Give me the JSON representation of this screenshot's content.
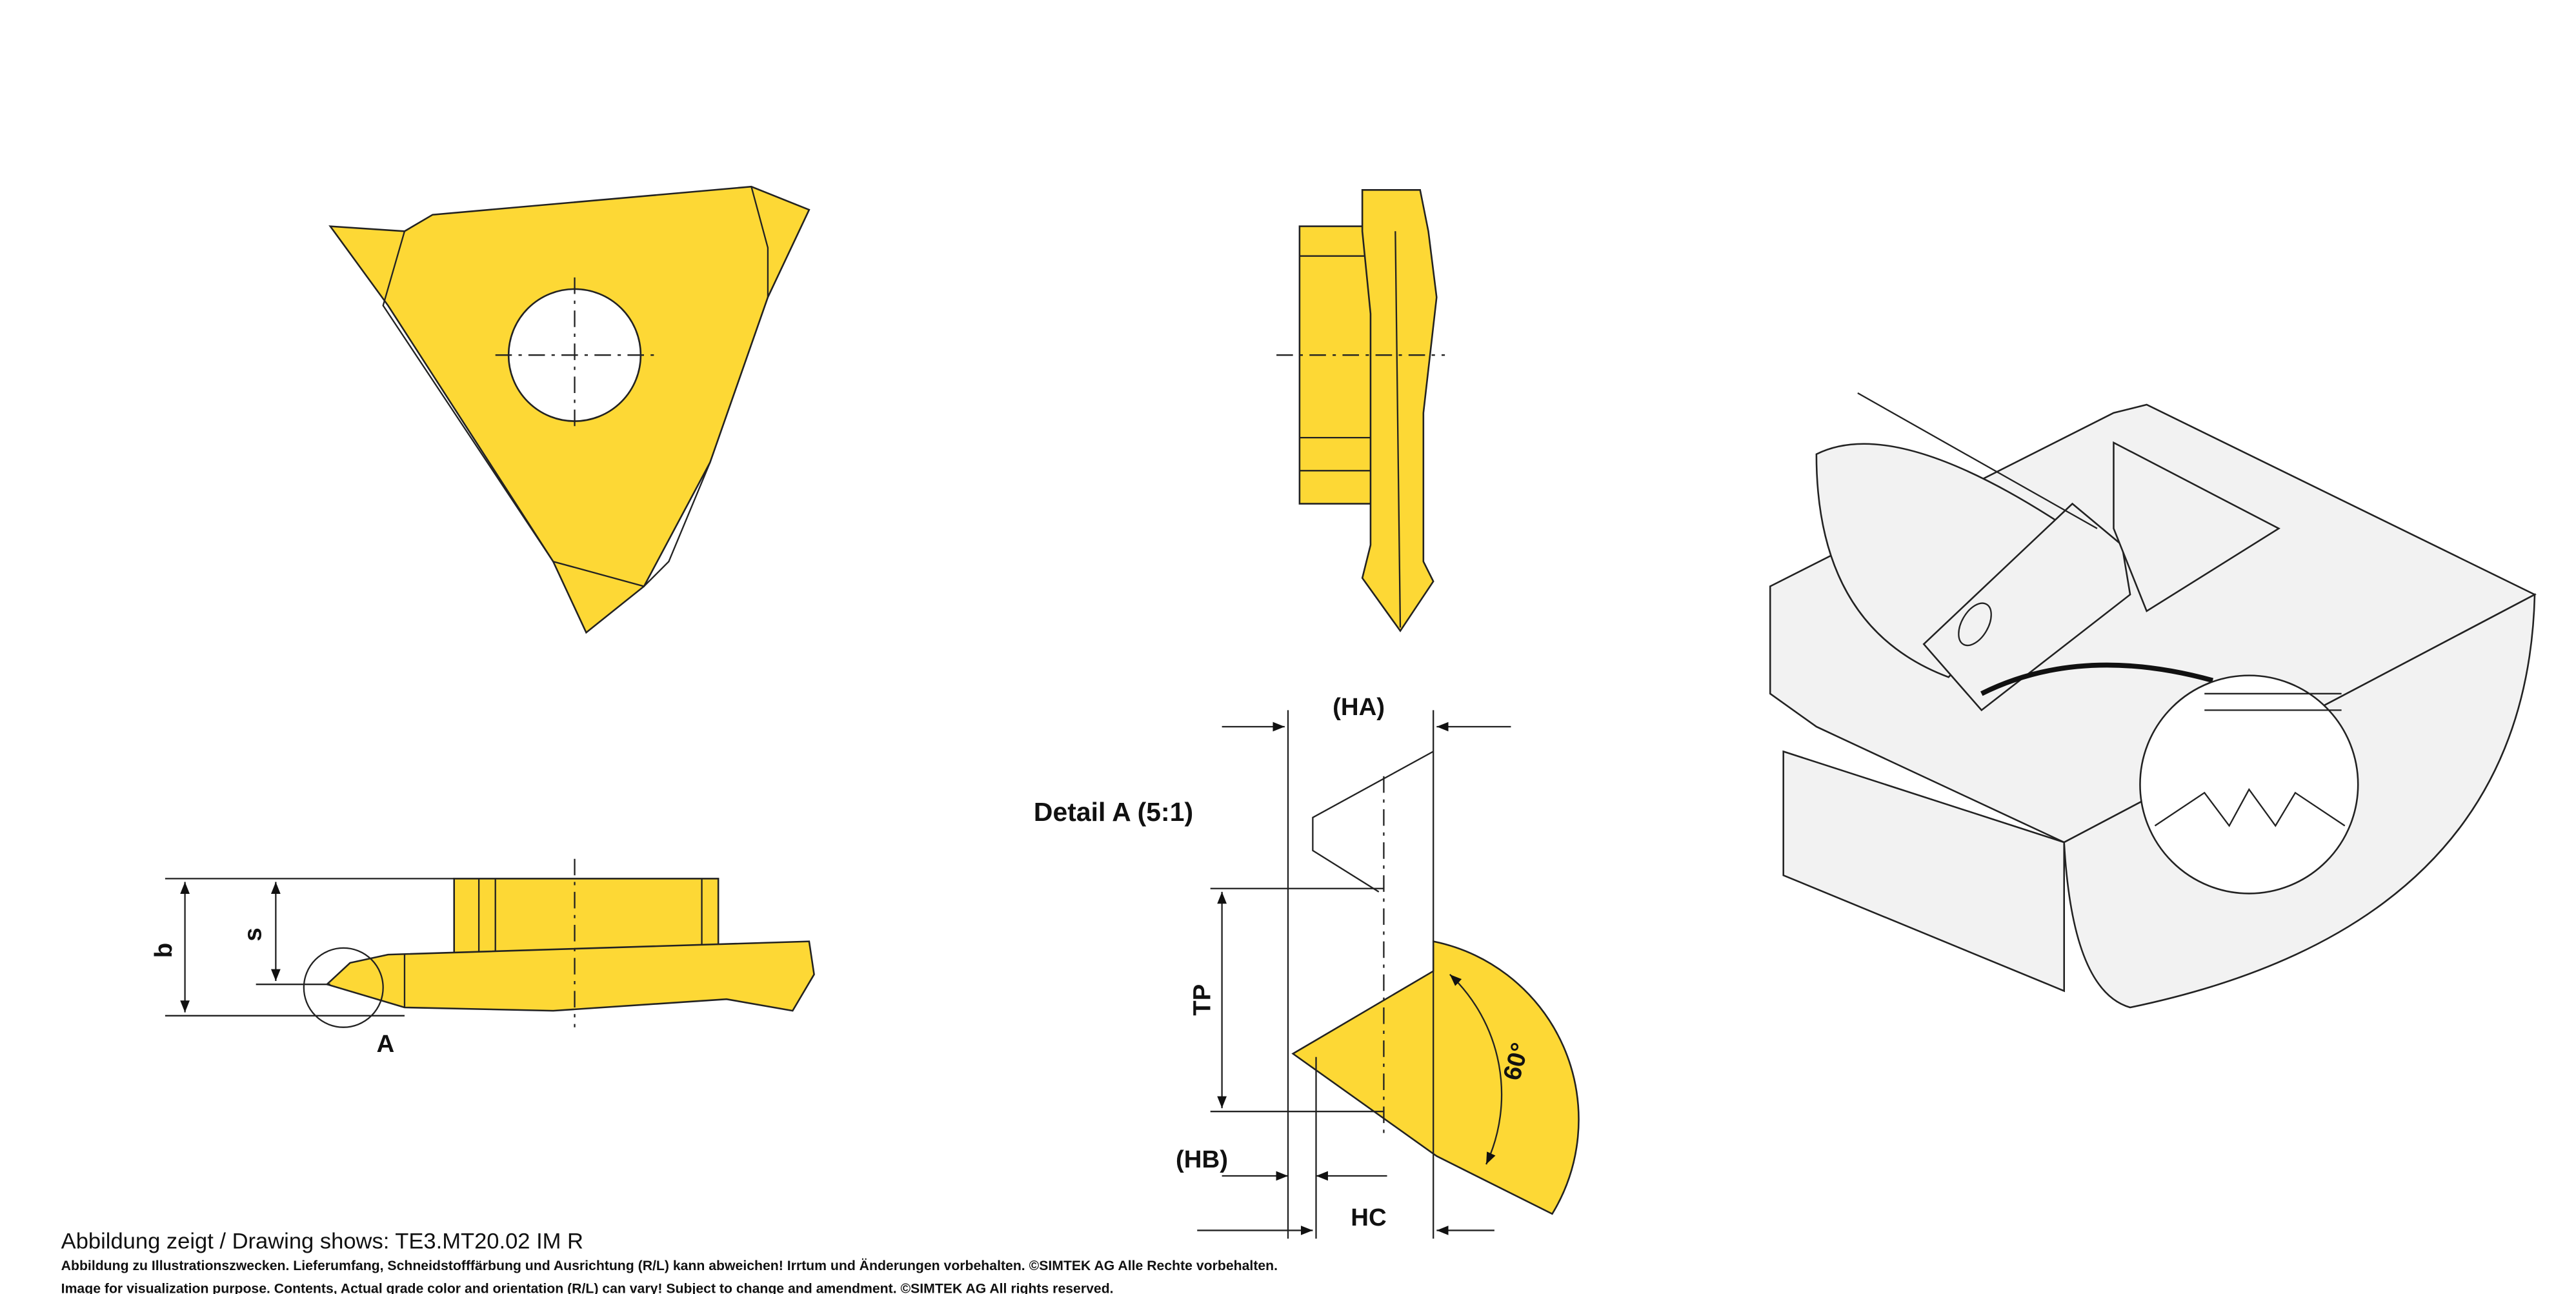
{
  "colors": {
    "insert": "#FDD835",
    "line": "#222222"
  },
  "detail": {
    "title": "Detail A (5:1)",
    "ha": "(HA)",
    "hb": "(HB)",
    "hc": "HC",
    "tp": "TP",
    "angle": "60°"
  },
  "side_view": {
    "b": "b",
    "s": "s",
    "a": "A"
  },
  "caption": {
    "line1": "Abbildung zeigt / Drawing shows: TE3.MT20.02 IM  R",
    "line2": "Abbildung zu Illustrationszwecken. Lieferumfang, Schneidstofffärbung und Ausrichtung (R/L) kann abweichen! Irrtum und Änderungen vorbehalten. ©SIMTEK AG Alle Rechte vorbehalten.",
    "line3": "Image for visualization purpose. Contents, Actual grade color and orientation (R/L) can vary! Subject to change and amendment. ©SIMTEK AG All rights reserved."
  }
}
